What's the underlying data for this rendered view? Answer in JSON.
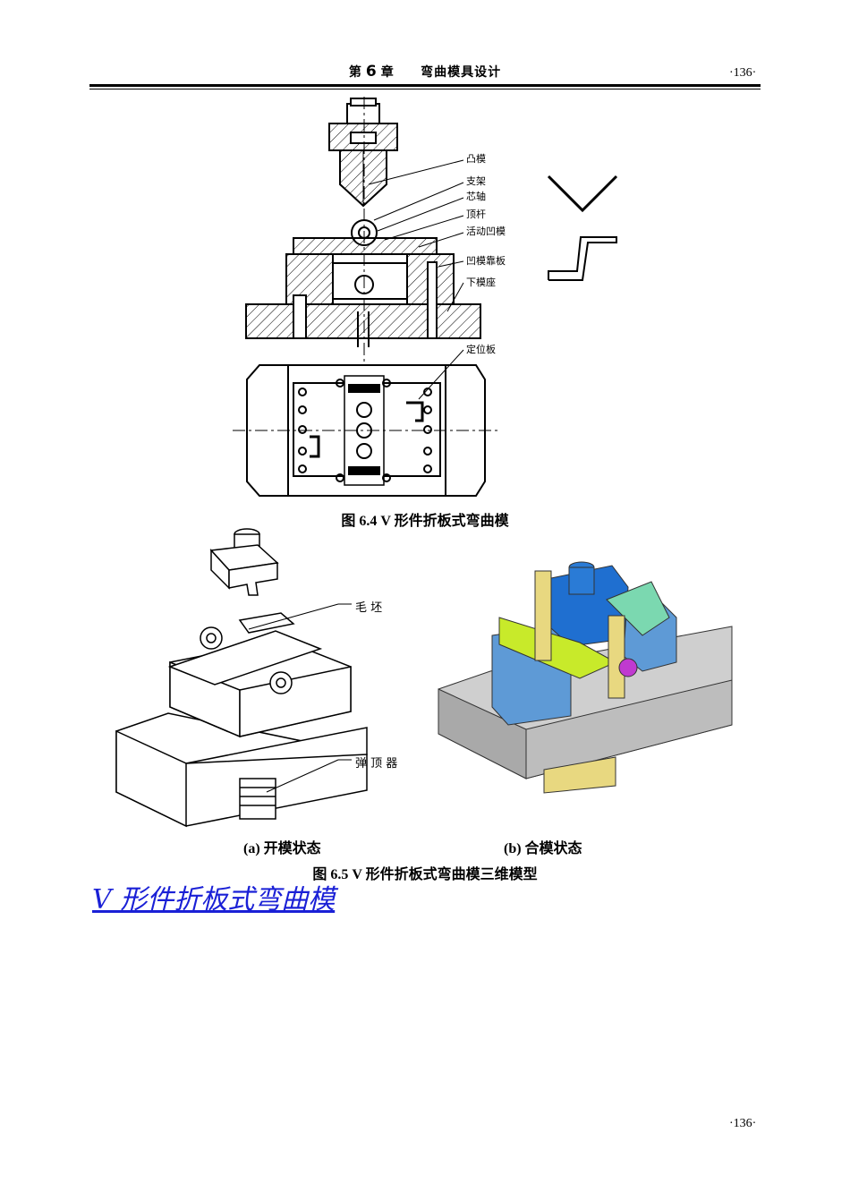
{
  "header": {
    "chapter_prefix": "第",
    "chapter_number": "6",
    "chapter_suffix": "章",
    "chapter_title": "弯曲模具设计",
    "page_number": "·136·"
  },
  "figure_6_4": {
    "labels": [
      "凸模",
      "支架",
      "芯轴",
      "顶杆",
      "活动凹模",
      "凹模靠板",
      "下模座",
      "定位板"
    ],
    "caption": "图 6.4  V 形件折板式弯曲模"
  },
  "figure_6_5": {
    "label_blank": "毛 坯",
    "label_ejector": "弹 顶 器",
    "subcaption_a": "(a) 开模状态",
    "subcaption_b": "(b) 合模状态",
    "caption": "图 6.5  V 形件折板式弯曲模三维模型"
  },
  "link_title": "V 形件折板式弯曲模",
  "footer": {
    "page_number": "·136·"
  }
}
